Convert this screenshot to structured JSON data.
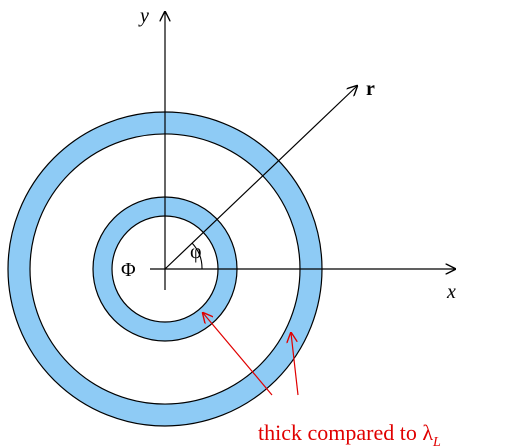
{
  "labels": {
    "y_axis": "y",
    "x_axis": "x",
    "r_vector": "r",
    "angle": "φ",
    "phi_capital": "Φ",
    "annotation_main": "thick compared to λ",
    "annotation_sub": "L"
  },
  "colors": {
    "ring_fill": "#8ecbf5",
    "stroke": "#000000",
    "annotation": "#e00000"
  }
}
